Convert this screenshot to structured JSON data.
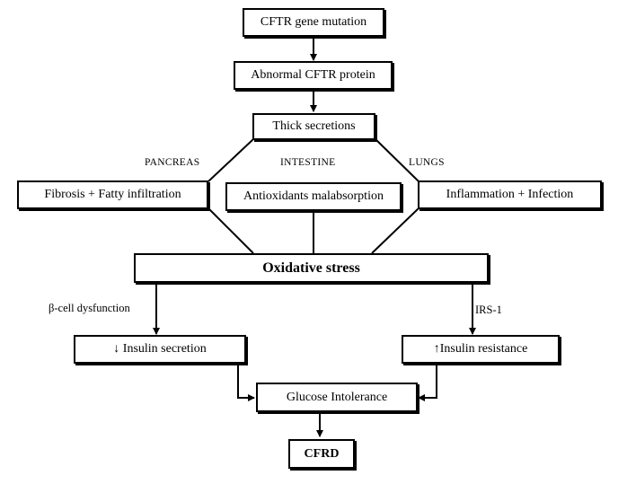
{
  "nodes": {
    "cftr_mutation": "CFTR gene mutation",
    "abnormal_protein": "Abnormal CFTR protein",
    "thick_secretions": "Thick secretions",
    "pancreas_effect": "Fibrosis + Fatty infiltration",
    "intestine_effect": "Antioxidants malabsorption",
    "lungs_effect": "Inflammation + Infection",
    "oxidative_stress": "Oxidative stress",
    "insulin_secretion": "↓ Insulin secretion",
    "insulin_resistance": "↑Insulin resistance",
    "glucose_intolerance": "Glucose Intolerance",
    "cfrd": "CFRD"
  },
  "labels": {
    "pancreas": "PANCREAS",
    "intestine": "INTESTINE",
    "lungs": "LUNGS",
    "beta_cell": "β-cell dysfunction",
    "irs1": "IRS-1"
  }
}
